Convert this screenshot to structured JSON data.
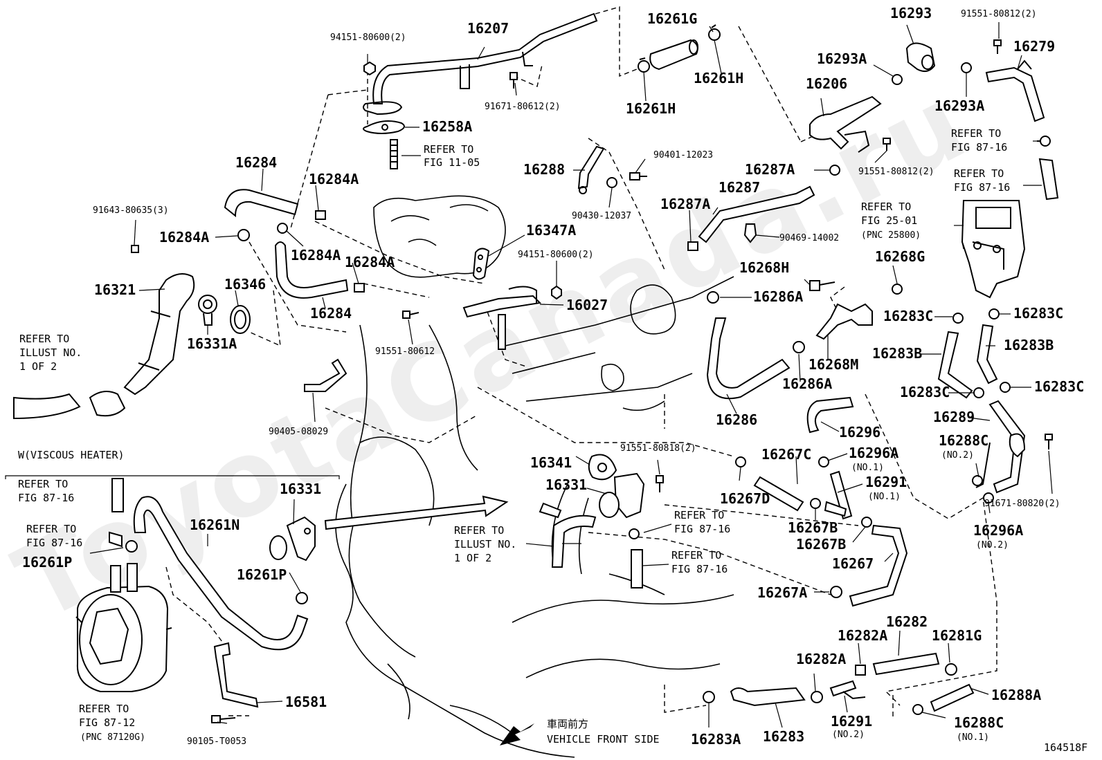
{
  "diagram": {
    "figure_id": "164518F",
    "watermark": "ToyotaCanada.ru",
    "section_label": "W(VISCOUS HEATER)",
    "front_direction": {
      "jp": "車両前方",
      "en": "VEHICLE FRONT SIDE"
    },
    "callouts": {
      "c16207": "16207",
      "c94151a": "94151-80600(2)",
      "c91671a": "91671-80612(2)",
      "c16258A": "16258A",
      "c16261G": "16261G",
      "c16261H_a": "16261H",
      "c16261H_b": "16261H",
      "c16293": "16293",
      "c91551_top": "91551-80812(2)",
      "c16293A_a": "16293A",
      "c16279": "16279",
      "c16206": "16206",
      "c16293A_b": "16293A",
      "c16284_a": "16284",
      "c16284A_a": "16284A",
      "c91643": "91643-80635(3)",
      "c16284A_b": "16284A",
      "c16284A_c": "16284A",
      "c16284A_d": "16284A",
      "c16321": "16321",
      "c16346": "16346",
      "c16331A": "16331A",
      "c16284_b": "16284",
      "c16288": "16288",
      "c90401": "90401-12023",
      "c90430": "90430-12037",
      "c16287A_a": "16287A",
      "c91551_mid": "91551-80812(2)",
      "c16287": "16287",
      "c16287A_b": "16287A",
      "c90469": "90469-14002",
      "c16347A": "16347A",
      "c94151b": "94151-80600(2)",
      "c16027": "16027",
      "c16268H": "16268H",
      "c16268G": "16268G",
      "c16286A_a": "16286A",
      "c91551_80612": "91551-80612",
      "c16283C_a": "16283C",
      "c16283C_b": "16283C",
      "c16283B_a": "16283B",
      "c16283B_b": "16283B",
      "c16268M": "16268M",
      "c16286A_b": "16286A",
      "c16283C_c": "16283C",
      "c16283C_d": "16283C",
      "c16286": "16286",
      "c16289": "16289",
      "c16296": "16296",
      "c90405": "90405-08029",
      "c16288C_a": "16288C",
      "c16288C_a_no": "(NO.2)",
      "c16296A_a": "16296A",
      "c16296A_a_no": "(NO.1)",
      "c16267C": "16267C",
      "c91551_80818": "91551-80818(2)",
      "c16341": "16341",
      "c16291_a": "16291",
      "c16291_a_no": "(NO.1)",
      "c16331_a": "16331",
      "c16267D": "16267D",
      "c91671_80820": "91671-80820(2)",
      "c16331_b": "16331",
      "c16261N": "16261N",
      "c16267B_a": "16267B",
      "c16267B_b": "16267B",
      "c16296A_b": "16296A",
      "c16296A_b_no": "(NO.2)",
      "c16261P_a": "16261P",
      "c16267": "16267",
      "c16261P_b": "16261P",
      "c16267A": "16267A",
      "c16282": "16282",
      "c16282A_a": "16282A",
      "c16281G": "16281G",
      "c16282A_b": "16282A",
      "c16581": "16581",
      "c16288A": "16288A",
      "c16291_b": "16291",
      "c16291_b_no": "(NO.2)",
      "c16288C_b": "16288C",
      "c16288C_b_no": "(NO.1)",
      "c16283A": "16283A",
      "c16283": "16283",
      "c90105": "90105-T0053"
    },
    "refs": {
      "r_fig1105": [
        "REFER TO",
        "FIG 11-05"
      ],
      "r_fig8716_a": [
        "REFER TO",
        "FIG 87-16"
      ],
      "r_fig8716_b": [
        "REFER TO",
        "FIG 87-16"
      ],
      "r_fig2501": [
        "REFER TO",
        "FIG 25-01"
      ],
      "r_pnc25800": "(PNC 25800)",
      "r_illust_a": [
        "REFER TO",
        "ILLUST NO.",
        "1 OF 2"
      ],
      "r_fig8716_c": [
        "REFER TO",
        "FIG 87-16"
      ],
      "r_fig8716_d": [
        "REFER TO",
        "FIG 87-16"
      ],
      "r_illust_b": [
        "REFER TO",
        "ILLUST NO.",
        "1 OF 2"
      ],
      "r_fig8716_e": [
        "REFER TO",
        "FIG 87-16"
      ],
      "r_fig8716_f": [
        "REFER TO",
        "FIG 87-16"
      ],
      "r_fig8712": [
        "REFER TO",
        "FIG 87-12"
      ],
      "r_pnc87120G": "(PNC 87120G)"
    }
  }
}
